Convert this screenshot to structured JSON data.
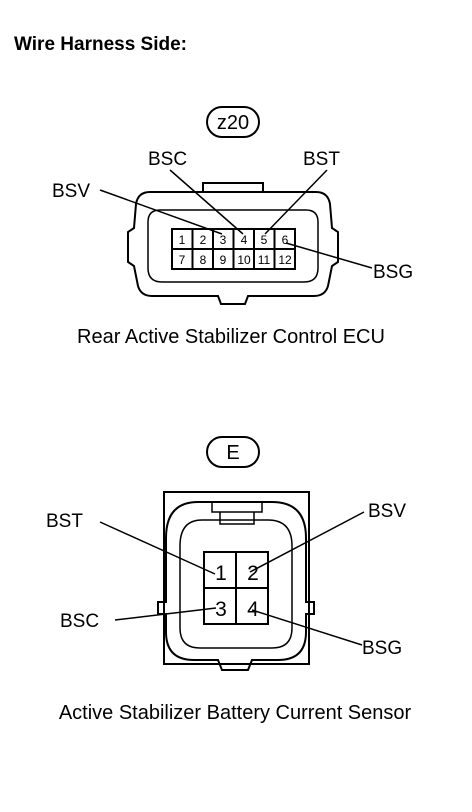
{
  "title": "Wire Harness Side:",
  "connectors": [
    {
      "code": "z20",
      "caption": "Rear Active Stabilizer Control ECU",
      "pins": [
        "1",
        "2",
        "3",
        "4",
        "5",
        "6",
        "7",
        "8",
        "9",
        "10",
        "11",
        "12"
      ],
      "labels": {
        "bsv": "BSV",
        "bsc": "BSC",
        "bst": "BST",
        "bsg": "BSG"
      }
    },
    {
      "code": "E",
      "caption": "Active Stabilizer Battery Current Sensor",
      "pins": [
        "1",
        "2",
        "3",
        "4"
      ],
      "labels": {
        "bst": "BST",
        "bsv": "BSV",
        "bsc": "BSC",
        "bsg": "BSG"
      }
    }
  ]
}
